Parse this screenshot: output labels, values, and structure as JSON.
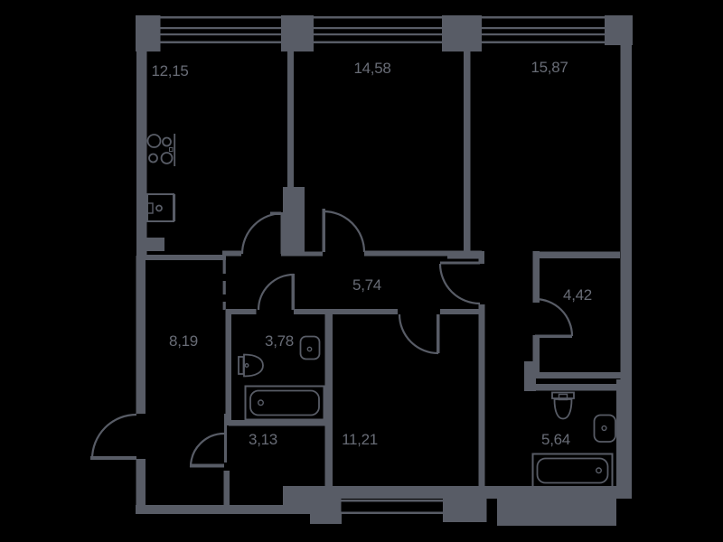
{
  "title": "Apartment floor plan",
  "colors": {
    "background": "#000000",
    "wall": "#585c66",
    "label": "#686c76"
  },
  "rooms": [
    {
      "id": "kitchen-living",
      "area": "12,15"
    },
    {
      "id": "bedroom-1",
      "area": "14,58"
    },
    {
      "id": "bedroom-2",
      "area": "15,87"
    },
    {
      "id": "corridor",
      "area": "5,74"
    },
    {
      "id": "storage",
      "area": "4,42"
    },
    {
      "id": "hall",
      "area": "8,19"
    },
    {
      "id": "bathroom-1",
      "area": "3,78"
    },
    {
      "id": "entry",
      "area": "3,13"
    },
    {
      "id": "room",
      "area": "11,21"
    },
    {
      "id": "bathroom-2",
      "area": "5,64"
    }
  ],
  "fixtures": {
    "kitchen": [
      "stove",
      "kitchen-sink"
    ],
    "bathroom-1": [
      "toilet",
      "washbasin",
      "bathtub"
    ],
    "bathroom-2": [
      "toilet",
      "washbasin",
      "bathtub"
    ]
  }
}
